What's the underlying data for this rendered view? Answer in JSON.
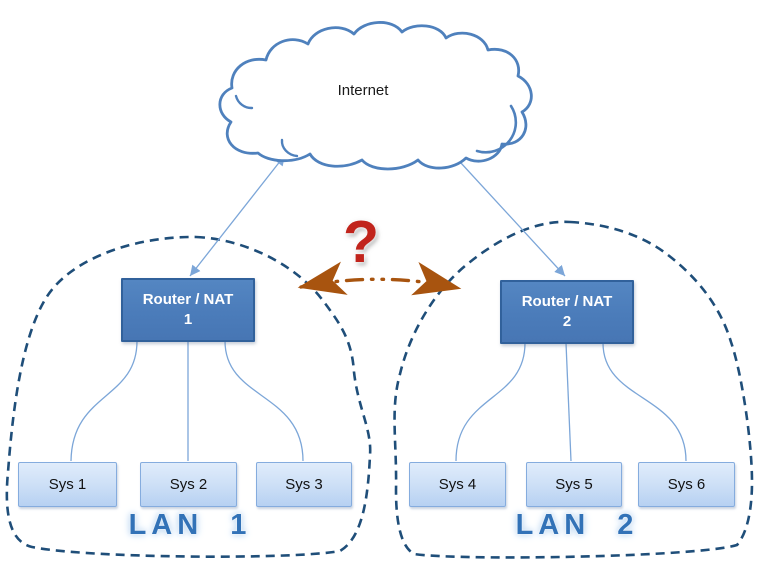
{
  "diagram": {
    "internet": {
      "label": "Internet"
    },
    "question_mark": "?",
    "routers": [
      {
        "name": "Router / NAT",
        "number": "1"
      },
      {
        "name": "Router / NAT",
        "number": "2"
      }
    ],
    "lans": [
      {
        "label": "LAN 1",
        "systems": [
          "Sys 1",
          "Sys 2",
          "Sys 3"
        ]
      },
      {
        "label": "LAN 2",
        "systems": [
          "Sys 4",
          "Sys 5",
          "Sys 6"
        ]
      }
    ],
    "colors": {
      "cloud_stroke": "#4F81BD",
      "connector_line": "#7CA6D8",
      "router_fill": "#4B7CBA",
      "router_border": "#31619B",
      "system_fill_top": "#E0ECFB",
      "system_fill_bottom": "#B7D1F2",
      "system_border": "#85ACDE",
      "lan_boundary": "#1F4E79",
      "lan_label": "#3272B7",
      "question_mark": "#C1241C",
      "link_arrow": "#A8540F"
    }
  }
}
